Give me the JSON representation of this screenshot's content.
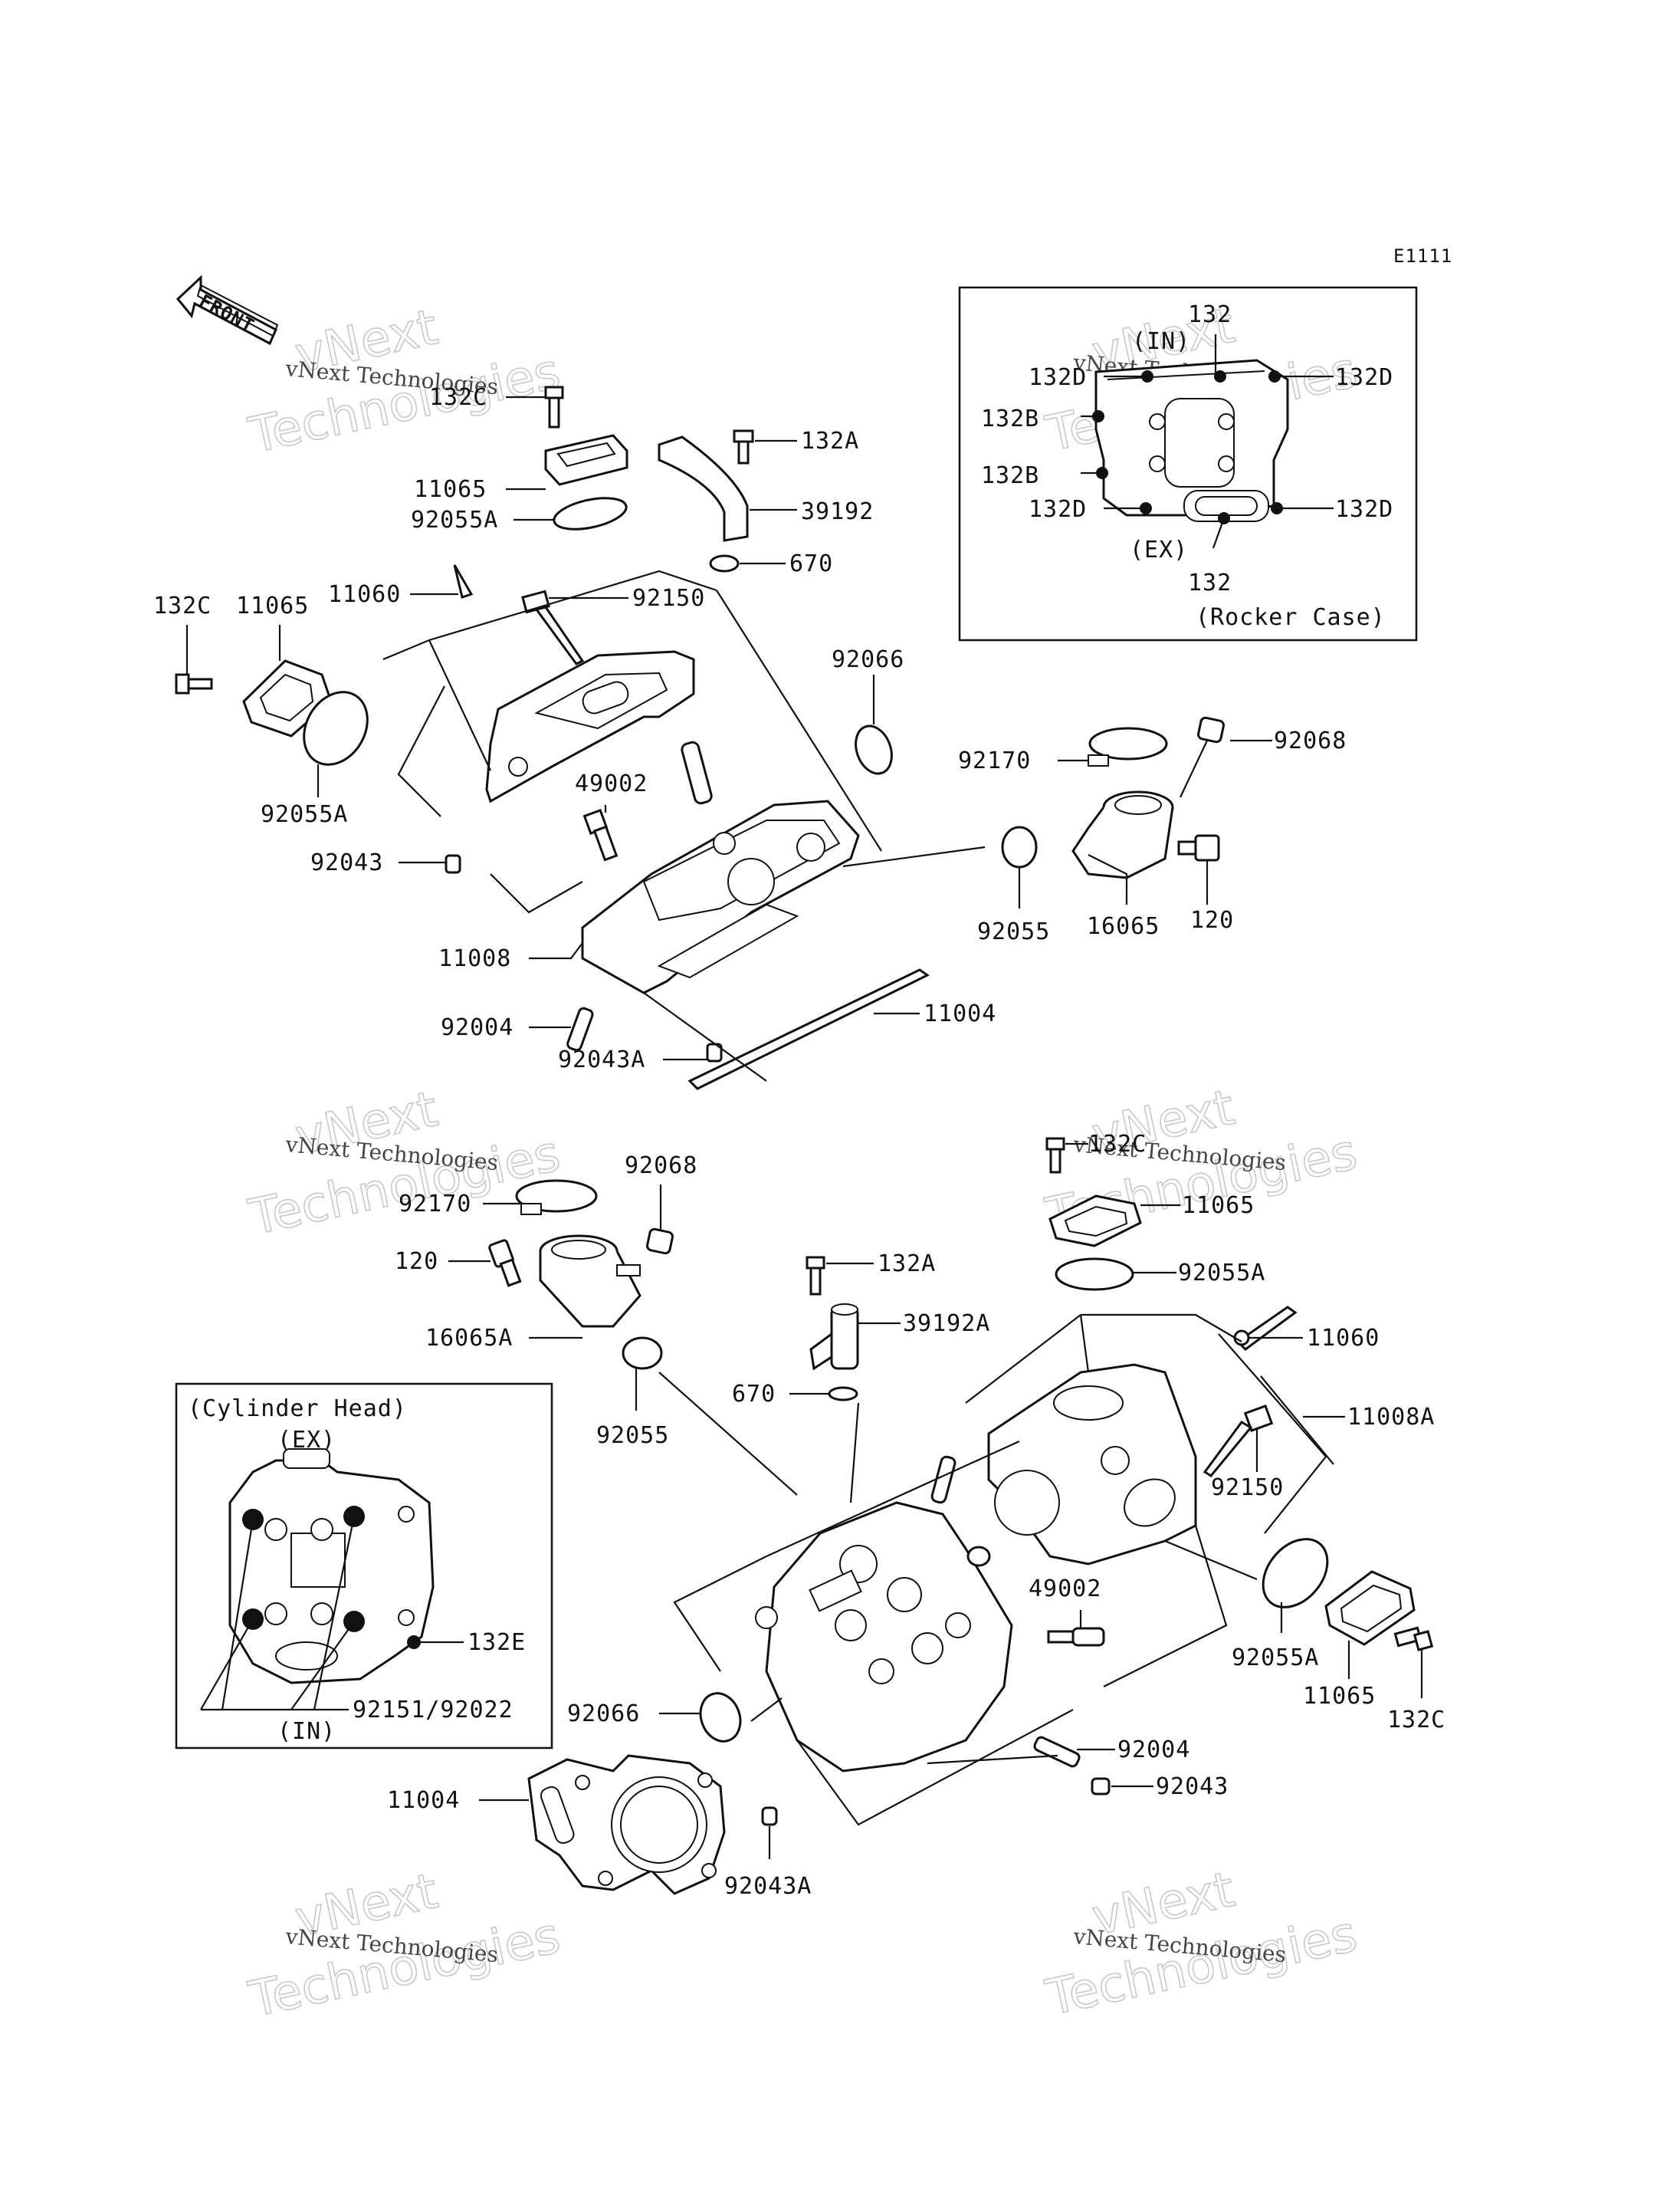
{
  "diagram_code": "E1111",
  "front_arrow_label": "FRONT",
  "watermark": {
    "line1": "vNext",
    "line2": "vNext Technologies",
    "line3": "Technologies"
  },
  "rocker_case_inset": {
    "caption": "(Rocker Case)",
    "in_label": "(IN)",
    "ex_label": "(EX)",
    "labels": [
      "132",
      "132D",
      "132D",
      "132B",
      "132B",
      "132D",
      "132D",
      "132"
    ]
  },
  "cylinder_head_inset": {
    "caption": "(Cylinder Head)",
    "ex_label": "(EX)",
    "in_label": "(IN)",
    "labels": [
      "132E",
      "92151/92022"
    ]
  },
  "upper_assembly_labels": [
    "132C",
    "11065",
    "92055A",
    "132A",
    "39192",
    "670",
    "11060",
    "92150",
    "132C",
    "11065",
    "92055A",
    "92066",
    "92170",
    "92068",
    "49002",
    "92043",
    "92055",
    "16065",
    "120",
    "11008",
    "92004",
    "11004",
    "92043A"
  ],
  "lower_assembly_labels": [
    "132C",
    "11065",
    "92170",
    "92068",
    "92055A",
    "120",
    "132A",
    "16065A",
    "39192A",
    "11060",
    "670",
    "92055",
    "11008A",
    "92150",
    "49002",
    "92066",
    "92055A",
    "11065",
    "92004",
    "132C",
    "11004",
    "92043",
    "92043A"
  ]
}
